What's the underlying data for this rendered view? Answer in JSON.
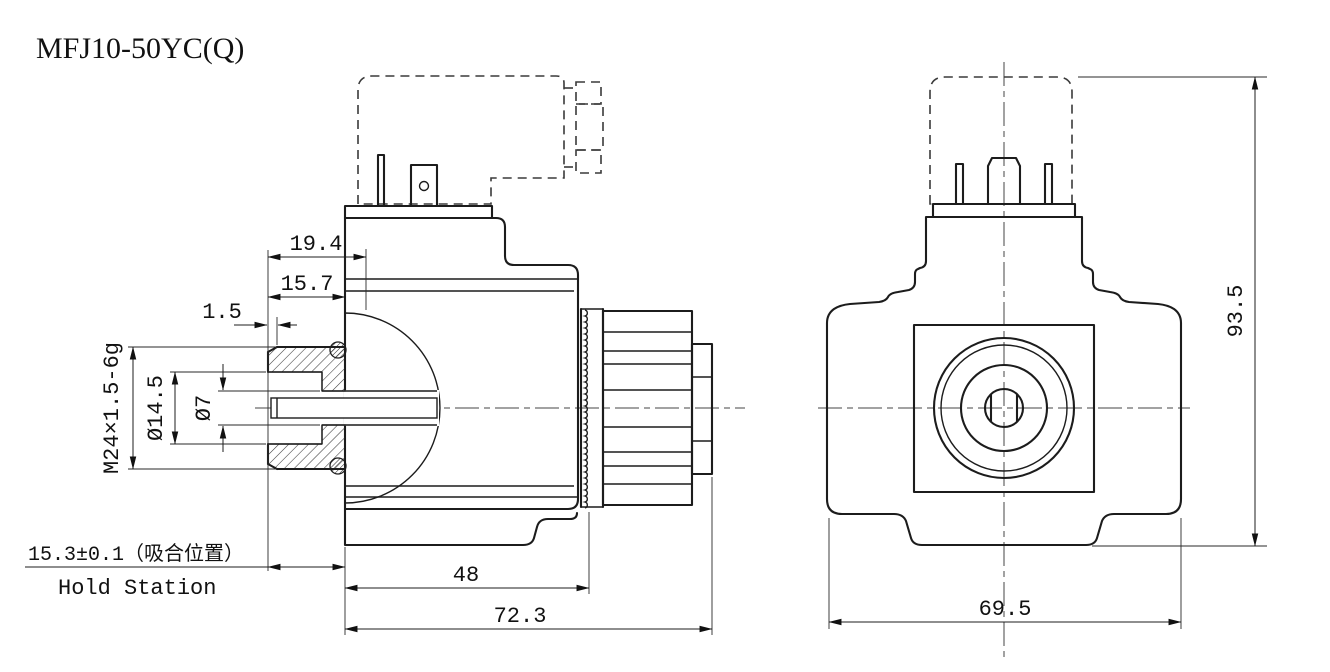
{
  "title": "MFJ10-50YC(Q)",
  "colors": {
    "line": "#1c1c1c",
    "background": "#ffffff"
  },
  "side_view": {
    "dim_width_19_4": "19.4",
    "dim_width_15_7": "15.7",
    "dim_chamfer_1_5": "1.5",
    "thread_spec": "M24×1.5-6g",
    "dim_bore_dia_large": "Ø14.5",
    "dim_bore_dia_small": "Ø7",
    "dim_length_48": "48",
    "dim_length_72_3": "72.3",
    "pull_in_note_cn": "15.3±0.1（吸合位置）",
    "pull_in_note_en": "Hold Station"
  },
  "front_view": {
    "dim_height_93_5": "93.5",
    "dim_width_69_5": "69.5"
  }
}
